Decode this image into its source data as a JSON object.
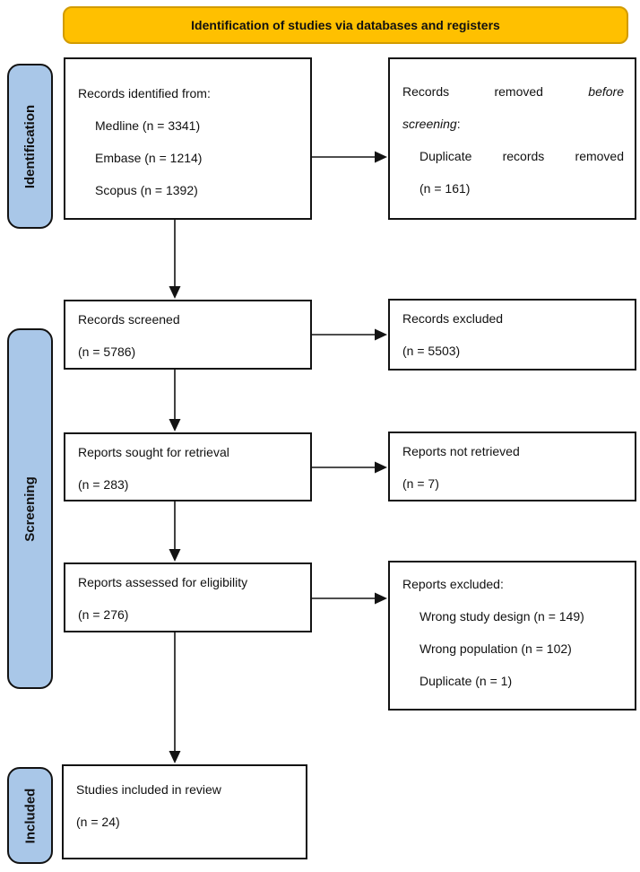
{
  "colors": {
    "background": "#ffffff",
    "banner_fill": "#FFC000",
    "banner_border": "#D29B00",
    "stage_fill": "#A9C7E8",
    "box_border": "#131313",
    "arrow": "#131313"
  },
  "banner": {
    "title": "Identification of studies via databases and registers"
  },
  "stages": {
    "identification": {
      "label": "Identification"
    },
    "screening": {
      "label": "Screening"
    },
    "included": {
      "label": "Included"
    }
  },
  "boxes": {
    "records_identified": {
      "title": "Records identified from:",
      "items": [
        "Medline (n = 3341)",
        "Embase (n = 1214)",
        "Scopus (n = 1392)"
      ]
    },
    "records_removed": {
      "title_word1": "Records",
      "title_word2": "removed",
      "title_word3_italic": "before",
      "title_line2_italic": "screening",
      "title_line2_suffix": ":",
      "item_word1": "Duplicate",
      "item_word2": "records",
      "item_word3": "removed",
      "item_count": "(n = 161)"
    },
    "records_screened": {
      "title": "Records screened",
      "count": "(n = 5786)"
    },
    "records_excluded": {
      "title": "Records excluded",
      "count": "(n = 5503)"
    },
    "reports_sought": {
      "title": "Reports sought for retrieval",
      "count": "(n = 283)"
    },
    "reports_not_retrieved": {
      "title": "Reports not retrieved",
      "count": "(n = 7)"
    },
    "reports_assessed": {
      "title": "Reports assessed for eligibility",
      "count": "(n = 276)"
    },
    "reports_excluded": {
      "title": "Reports excluded:",
      "items": [
        "Wrong study design (n = 149)",
        "Wrong population (n = 102)",
        "Duplicate (n = 1)"
      ]
    },
    "studies_included": {
      "title": "Studies included in review",
      "count": "(n = 24)"
    }
  }
}
